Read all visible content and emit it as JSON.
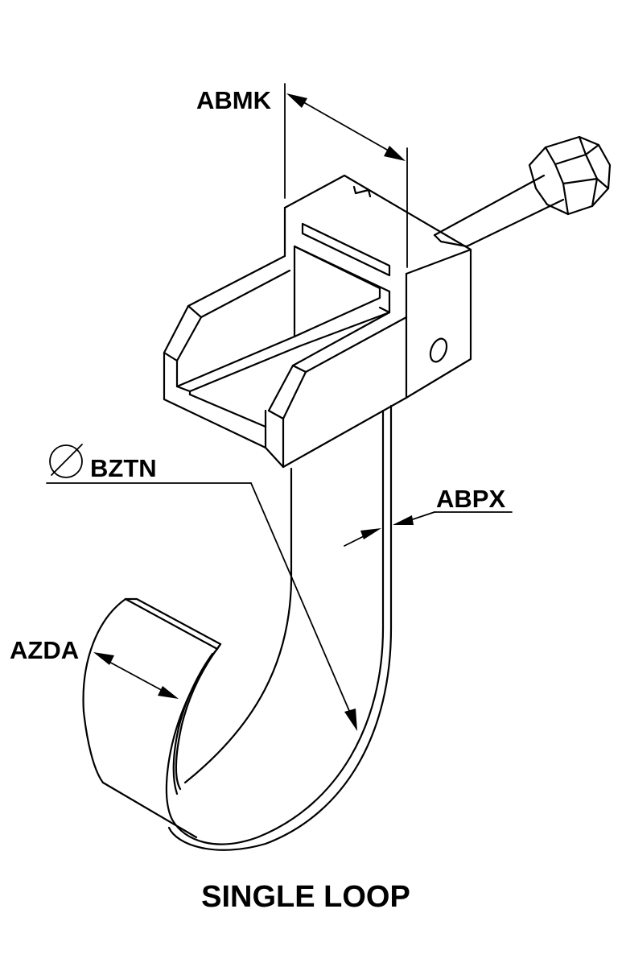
{
  "labels": {
    "width": "ABMK",
    "diameter": "BZTN",
    "thickness": "ABPX",
    "strap_width": "AZDA"
  },
  "caption": "SINGLE LOOP"
}
